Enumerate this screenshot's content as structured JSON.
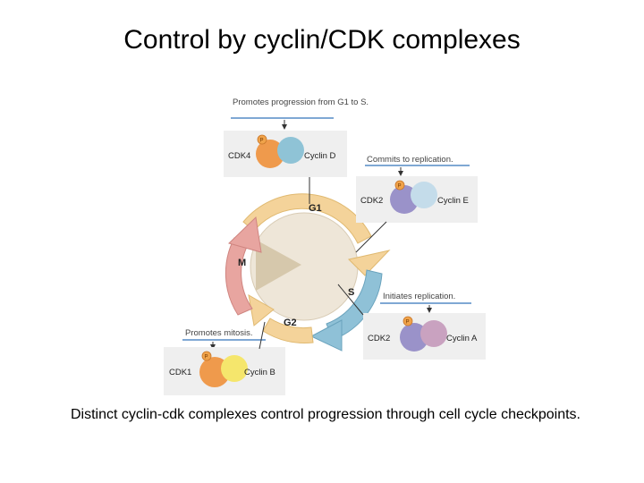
{
  "title": "Control by cyclin/CDK complexes",
  "caption": "Distinct cyclin-cdk complexes control progression through cell cycle checkpoints.",
  "phases": {
    "g1": "G1",
    "s": "S",
    "g2": "G2",
    "m": "M"
  },
  "complexes": {
    "cdk4_cyclin_d": {
      "note": "Promotes progression from G1 to S.",
      "cdk": "CDK4",
      "cyclin": "Cyclin D",
      "phospho": "P"
    },
    "cdk2_cyclin_e": {
      "note": "Commits to replication.",
      "cdk": "CDK2",
      "cyclin": "Cyclin E",
      "phospho": "P"
    },
    "cdk2_cyclin_a": {
      "note": "Initiates replication.",
      "cdk": "CDK2",
      "cyclin": "Cyclin A",
      "phospho": "P"
    },
    "cdk1_cyclin_b": {
      "note": "Promotes mitosis.",
      "cdk": "CDK1",
      "cyclin": "Cyclin B",
      "phospho": "P"
    }
  },
  "colors": {
    "cdk": "#ef9a4c",
    "cdk2": "#9a92c9",
    "cyclin_d": "#8fc3d6",
    "cyclin_e": "#c4dcea",
    "cyclin_a": "#c9a2c0",
    "cyclin_b": "#f5e66c",
    "g1_ring": "#f4d39a",
    "s_ring": "#8fc1d7",
    "m_ring": "#e8a5a0",
    "note_rule": "#7fa8d4"
  }
}
